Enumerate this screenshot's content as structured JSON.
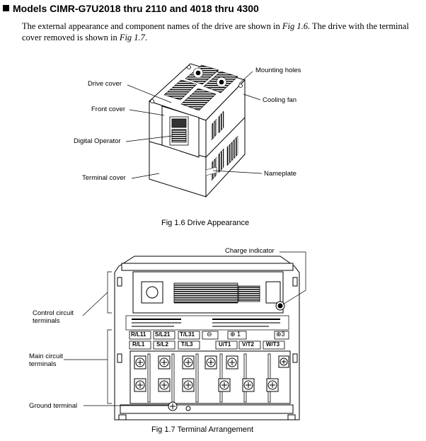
{
  "section": {
    "title": "Models CIMR-G7U2018 thru 2110 and 4018 thru 4300"
  },
  "intro": {
    "part1": "The external appearance and component names of the drive are shown in ",
    "fig1_ref": "Fig 1.6",
    "part2": ". The drive with the terminal cover removed is shown in ",
    "fig2_ref": "Fig 1.7",
    "part3": "."
  },
  "figure1": {
    "caption": "Fig 1.6  Drive Appearance",
    "labels": {
      "drive_cover": "Drive cover",
      "front_cover": "Front cover",
      "digital_operator": "Digital Operator",
      "terminal_cover": "Terminal cover",
      "mounting_holes": "Mounting holes",
      "cooling_fan": "Cooling fan",
      "nameplate": "Nameplate"
    }
  },
  "figure2": {
    "caption": "Fig 1.7  Terminal Arrangement",
    "labels": {
      "charge_indicator": "Charge indicator",
      "control_circuit_line1": "Control circuit",
      "control_circuit_line2": "terminals",
      "main_circuit_line1": "Main circuit",
      "main_circuit_line2": "terminals",
      "ground_terminal": "Ground terminal"
    },
    "plate_row1": [
      "R/L11",
      "S/L21",
      "T/L31",
      "⊖",
      "⊕ 1",
      "⊕3"
    ],
    "plate_row2": [
      "R/L1",
      "S/L2",
      "T/L3",
      "U/T1",
      "V/T2",
      "W/T3"
    ]
  }
}
